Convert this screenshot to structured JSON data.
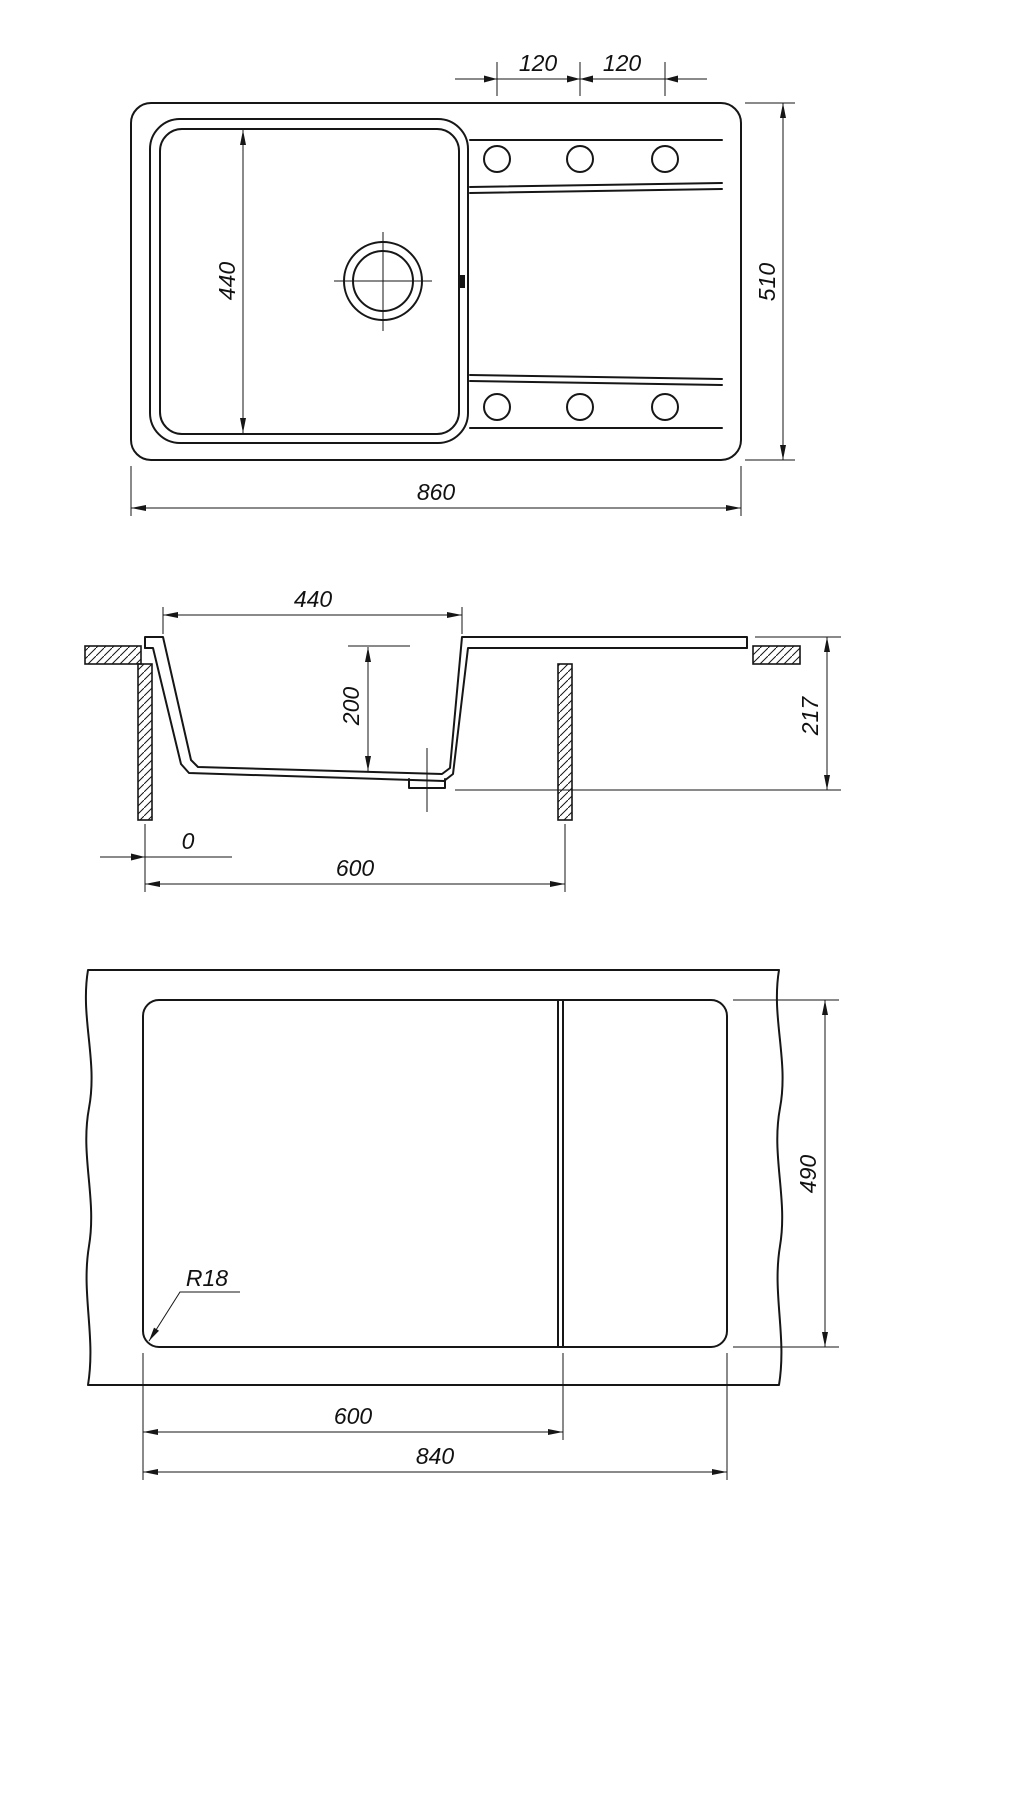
{
  "drawing": {
    "ink_color": "#161616",
    "background_color": "#ffffff",
    "views": {
      "top": {
        "dim_hole_left": "120",
        "dim_hole_right": "120",
        "dim_bowl_length": "440",
        "dim_depth": "510",
        "dim_width": "860"
      },
      "section": {
        "dim_bowl_width": "440",
        "dim_bowl_depth": "200",
        "dim_height": "217",
        "dim_offset": "0",
        "dim_cabinet": "600"
      },
      "cutout": {
        "dim_height": "490",
        "dim_radius": "R18",
        "dim_bowl_span": "600",
        "dim_width": "840"
      }
    }
  }
}
